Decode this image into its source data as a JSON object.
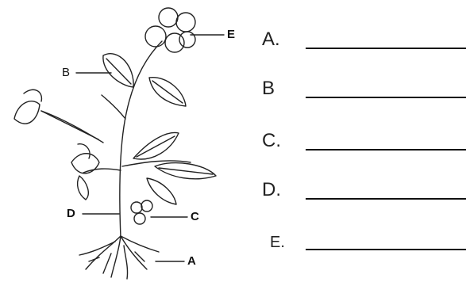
{
  "colors": {
    "ink": "#111111",
    "paper": "#ffffff"
  },
  "plant_labels": {
    "a": "A",
    "b": "B",
    "c": "C",
    "d": "D",
    "e": "E"
  },
  "questions": [
    {
      "letter": "A."
    },
    {
      "letter": "B"
    },
    {
      "letter": "C."
    },
    {
      "letter": "D."
    },
    {
      "letter": "E."
    }
  ]
}
